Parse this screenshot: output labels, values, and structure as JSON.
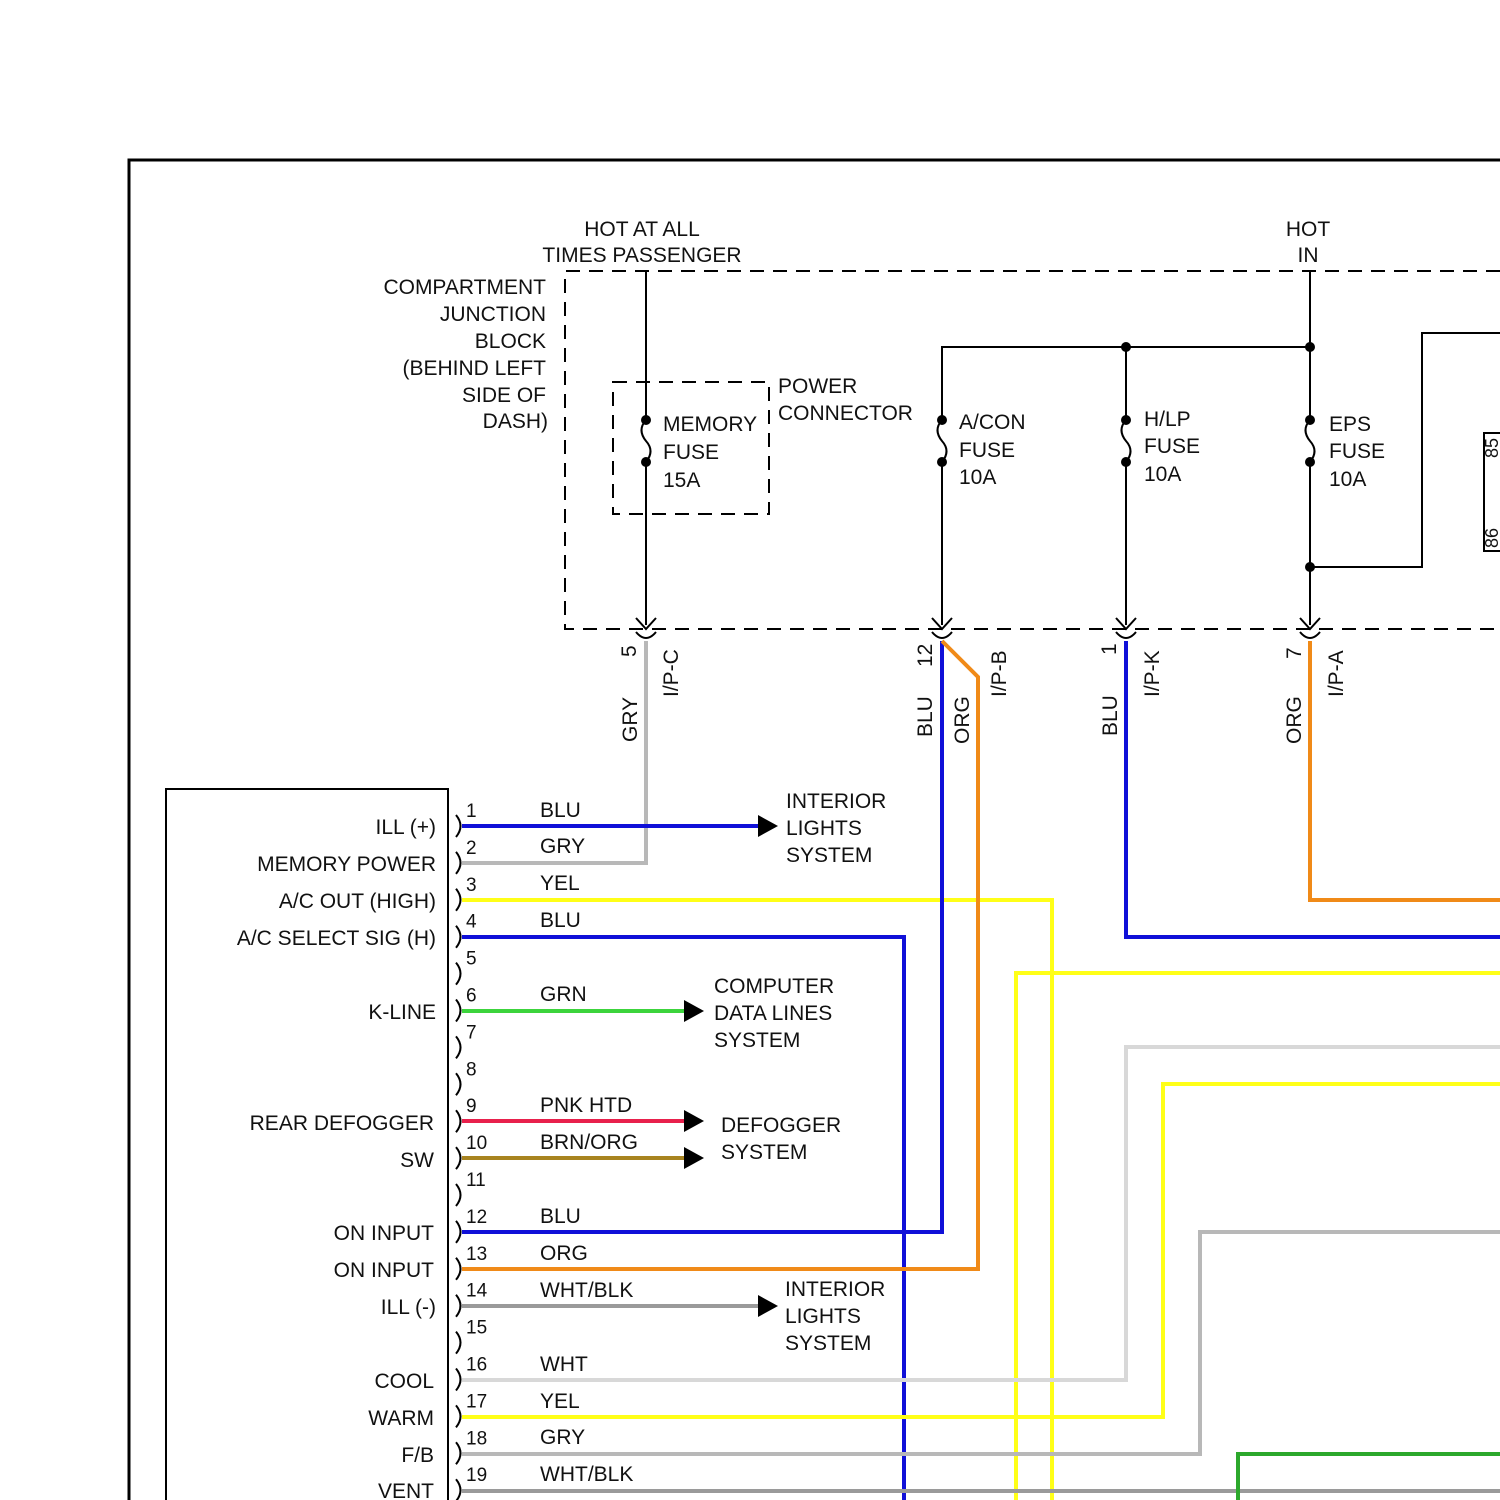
{
  "colors": {
    "BLU": "#1010d8",
    "GRY": "#b8b8b8",
    "YEL": "#ffff18",
    "GRN": "#3cd43c",
    "PNK": "#e8204c",
    "BRN_ORG": "#a88420",
    "ORG": "#f08a18",
    "WHT": "#d8d8d8",
    "WHT_BLK": "#9a9a9a",
    "GRN_RIGHT": "#2ca82c"
  },
  "junction_block": {
    "title_lines": [
      "COMPARTMENT",
      "JUNCTION",
      "BLOCK",
      "(BEHIND LEFT",
      "SIDE OF",
      "DASH)"
    ],
    "hot_at_all_times": [
      "HOT AT ALL",
      "TIMES PASSENGER"
    ],
    "hot_in": [
      "HOT",
      "IN"
    ],
    "power_connector": [
      "POWER",
      "CONNECTOR"
    ],
    "fuses": [
      {
        "id": "memory",
        "lines": [
          "MEMORY",
          "FUSE",
          "15A"
        ]
      },
      {
        "id": "acon",
        "lines": [
          "A/CON",
          "FUSE",
          "10A"
        ]
      },
      {
        "id": "hlp",
        "lines": [
          "H/LP",
          "FUSE",
          "10A"
        ]
      },
      {
        "id": "eps",
        "lines": [
          "EPS",
          "FUSE",
          "10A"
        ]
      }
    ],
    "relay_pins": [
      "85",
      "86"
    ]
  },
  "outputs": [
    {
      "id": "memory",
      "pin": "5",
      "connector": "I/P-C",
      "wire": "GRY"
    },
    {
      "id": "acon",
      "pin": "12",
      "connector": "I/P-B",
      "wire": "BLU",
      "wire2": "ORG"
    },
    {
      "id": "hlp",
      "pin": "1",
      "connector": "I/P-K",
      "wire": "BLU"
    },
    {
      "id": "eps",
      "pin": "7",
      "connector": "I/P-A",
      "wire": "ORG"
    }
  ],
  "module_pins": [
    {
      "pin": "1",
      "label": "ILL (+)",
      "wire": "BLU"
    },
    {
      "pin": "2",
      "label": "MEMORY POWER",
      "wire": "GRY"
    },
    {
      "pin": "3",
      "label": "A/C OUT (HIGH)",
      "wire": "YEL"
    },
    {
      "pin": "4",
      "label": "A/C SELECT SIG (H)",
      "wire": "BLU"
    },
    {
      "pin": "5",
      "label": "",
      "wire": ""
    },
    {
      "pin": "6",
      "label": "K-LINE",
      "wire": "GRN"
    },
    {
      "pin": "7",
      "label": "",
      "wire": ""
    },
    {
      "pin": "8",
      "label": "",
      "wire": ""
    },
    {
      "pin": "9",
      "label": "REAR DEFOGGER",
      "wire": "PNK HTD"
    },
    {
      "pin": "10",
      "label": "SW",
      "wire": "BRN/ORG"
    },
    {
      "pin": "11",
      "label": "",
      "wire": ""
    },
    {
      "pin": "12",
      "label": "ON INPUT",
      "wire": "BLU"
    },
    {
      "pin": "13",
      "label": "ON INPUT",
      "wire": "ORG"
    },
    {
      "pin": "14",
      "label": "ILL (-)",
      "wire": "WHT/BLK"
    },
    {
      "pin": "15",
      "label": "",
      "wire": ""
    },
    {
      "pin": "16",
      "label": "COOL",
      "wire": "WHT"
    },
    {
      "pin": "17",
      "label": "WARM",
      "wire": "YEL"
    },
    {
      "pin": "18",
      "label": "F/B",
      "wire": "GRY"
    },
    {
      "pin": "19",
      "label": "VENT",
      "wire": "WHT/BLK"
    }
  ],
  "systems": {
    "interior_lights_1": [
      "INTERIOR",
      "LIGHTS",
      "SYSTEM"
    ],
    "computer_data": [
      "COMPUTER",
      "DATA LINES",
      "SYSTEM"
    ],
    "defogger": [
      "DEFOGGER",
      "SYSTEM"
    ],
    "interior_lights_2": [
      "INTERIOR",
      "LIGHTS",
      "SYSTEM"
    ]
  }
}
